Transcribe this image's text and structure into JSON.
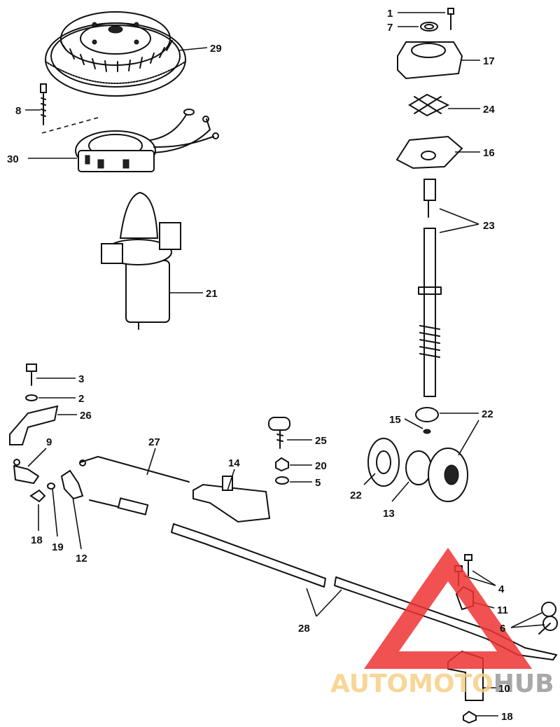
{
  "callouts": [
    {
      "num": "1"
    },
    {
      "num": "7"
    },
    {
      "num": "17"
    },
    {
      "num": "24"
    },
    {
      "num": "16"
    },
    {
      "num": "23"
    },
    {
      "num": "29"
    },
    {
      "num": "8"
    },
    {
      "num": "30"
    },
    {
      "num": "21"
    },
    {
      "num": "3"
    },
    {
      "num": "2"
    },
    {
      "num": "26"
    },
    {
      "num": "9"
    },
    {
      "num": "27"
    },
    {
      "num": "25"
    },
    {
      "num": "20"
    },
    {
      "num": "5"
    },
    {
      "num": "14"
    },
    {
      "num": "15"
    },
    {
      "num": "22"
    },
    {
      "num": "22"
    },
    {
      "num": "13"
    },
    {
      "num": "18"
    },
    {
      "num": "19"
    },
    {
      "num": "12"
    },
    {
      "num": "4"
    },
    {
      "num": "11"
    },
    {
      "num": "6"
    },
    {
      "num": "28"
    },
    {
      "num": "10"
    },
    {
      "num": "18"
    }
  ],
  "watermark": {
    "text_a": "AUTOMOTO",
    "text_b": "HUB",
    "color_a": "#f6cf87",
    "color_b": "#9a9a9a",
    "triangle_color": "#ee3333"
  }
}
